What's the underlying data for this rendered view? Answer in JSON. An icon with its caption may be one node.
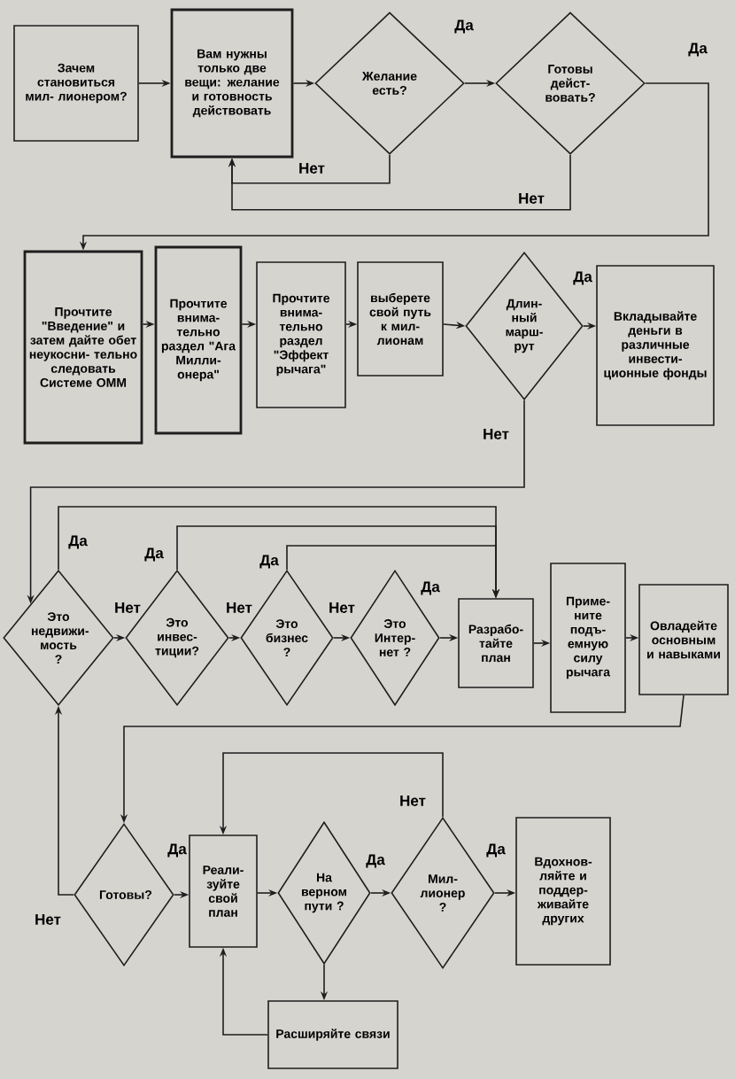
{
  "diagram": {
    "nodes": [
      {
        "text": [
          "Зачем становиться мил- лионером?"
        ]
      },
      {
        "text": [
          "Вам нужны только две вещи: желание и готовность действовать"
        ]
      },
      {
        "text": [
          "Желание есть?"
        ]
      },
      {
        "text": [
          "Готовы дейст- вовать?"
        ]
      },
      {
        "text": [
          "Прочтите \"Введение\" и затем дайте обет неукосни- тельно следовать Системе ОММ"
        ]
      },
      {
        "text": [
          "Прочтите внима- тельно раздел \"Ага Милли- онера\""
        ]
      },
      {
        "text": [
          "Прочтите внима- тельно раздел \"Эффект рычага\""
        ]
      },
      {
        "text": [
          "выберете свой путь к мил- лионам"
        ]
      },
      {
        "text": [
          "Длин- ный марш- рут"
        ]
      },
      {
        "text": [
          "Вкладывайте деньги в различные инвести- ционные фонды"
        ]
      },
      {
        "text": [
          "Это недвижи- мость ?"
        ]
      },
      {
        "text": [
          "Это инвес- тиции?"
        ]
      },
      {
        "text": [
          "Это бизнес ?"
        ]
      },
      {
        "text": [
          "Это Интер- нет ?"
        ]
      },
      {
        "text": [
          "Разрабо- тайте план"
        ]
      },
      {
        "text": [
          "Приме- ните подъ- емную силу рычага"
        ]
      },
      {
        "text": [
          "Овладейте основным и навыками"
        ]
      },
      {
        "text": [
          "Готовы?"
        ]
      },
      {
        "text": [
          "Реали- зуйте свой план"
        ]
      },
      {
        "text": [
          "На верном пути ?"
        ]
      },
      {
        "text": [
          "Мил- лионер ?"
        ]
      },
      {
        "text": [
          "Вдохнов- ляйте и поддер- живайте других"
        ]
      },
      {
        "text": [
          "Расширяйте связи"
        ]
      }
    ],
    "edges": [
      {
        "from": 0,
        "to": 1,
        "arrow": "to"
      },
      {
        "from": 1,
        "to": 2,
        "arrow": "to"
      },
      {
        "from": 2,
        "to": 3,
        "arrow": "to",
        "label": "Да"
      },
      {
        "from": 2,
        "to": 1,
        "arrow": "to",
        "label": "Нет"
      },
      {
        "from": 3,
        "to": 1,
        "arrow": "to",
        "label": "Нет"
      },
      {
        "from": 3,
        "to": 4,
        "arrow": "to",
        "label": "Да"
      },
      {
        "from": 4,
        "to": 5,
        "arrow": "to"
      },
      {
        "from": 5,
        "to": 6,
        "arrow": "to"
      },
      {
        "from": 6,
        "to": 7,
        "arrow": "to"
      },
      {
        "from": 7,
        "to": 8,
        "arrow": "to"
      },
      {
        "from": 8,
        "to": 9,
        "arrow": "to",
        "label": "Да"
      },
      {
        "from": 8,
        "to": 10,
        "arrow": "to",
        "label": "Нет"
      },
      {
        "from": 10,
        "to": 11,
        "arrow": "to",
        "label": "Нет"
      },
      {
        "from": 11,
        "to": 12,
        "arrow": "to",
        "label": "Нет"
      },
      {
        "from": 12,
        "to": 13,
        "arrow": "to",
        "label": "Нет"
      },
      {
        "from": 13,
        "to": 14,
        "arrow": "to",
        "label": "Да"
      },
      {
        "from": 10,
        "to": 14,
        "arrow": "to",
        "label": "Да"
      },
      {
        "from": 11,
        "to": 14,
        "arrow": "to",
        "label": "Да"
      },
      {
        "from": 12,
        "to": 14,
        "arrow": "to",
        "label": "Да"
      },
      {
        "from": 14,
        "to": 15,
        "arrow": "to"
      },
      {
        "from": 15,
        "to": 16,
        "arrow": "to"
      },
      {
        "from": 16,
        "to": 17,
        "arrow": "to"
      },
      {
        "from": 17,
        "to": 18,
        "arrow": "to",
        "label": "Да"
      },
      {
        "from": 17,
        "to": 10,
        "arrow": "to",
        "label": "Нет"
      },
      {
        "from": 18,
        "to": 19,
        "arrow": "to"
      },
      {
        "from": 19,
        "to": 20,
        "arrow": "to",
        "label": "Да"
      },
      {
        "from": 20,
        "to": 21,
        "arrow": "to",
        "label": "Да"
      },
      {
        "from": 20,
        "to": 18,
        "arrow": "to",
        "label": "Нет"
      },
      {
        "from": 19,
        "to": 22,
        "arrow": "to"
      },
      {
        "from": 22,
        "to": 18,
        "arrow": "to"
      }
    ]
  }
}
